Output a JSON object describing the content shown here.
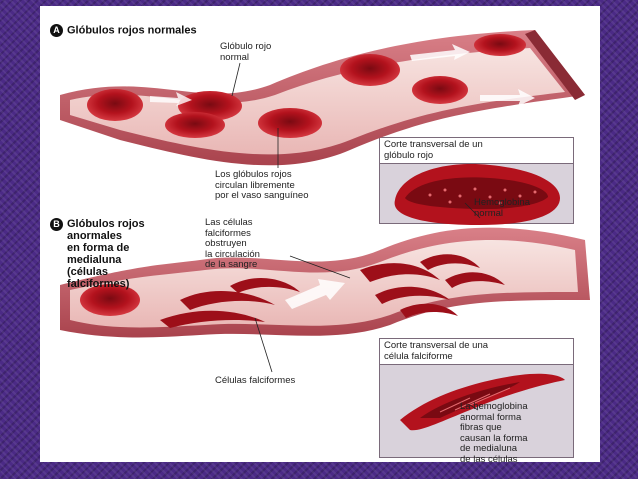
{
  "section_a": {
    "badge": "A",
    "title": "Glóbulos rojos normales",
    "label_normal_cell": "Glóbulo rojo\nnormal",
    "label_flow": "Los glóbulos rojos\ncirculan libremente\npor el vaso sanguíneo",
    "inset_title": "Corte transversal de un\nglóbulo rojo",
    "inset_label": "Hemoglobina\nnormal"
  },
  "section_b": {
    "badge": "B",
    "title": "Glóbulos rojos\nanormales\nen forma de\nmedialuna\n(células\nfalciformes)",
    "label_obstruct": "Las células\nfalciformes\nobstruyen\nla circulación\nde la sangre",
    "label_sickle": "Células falciformes",
    "inset_title": "Corte transversal de una\ncélula falciforme",
    "inset_label": "La hemoglobina\nanormal forma\nfibras que\ncausan la forma\nde medialuna\nde las células"
  },
  "colors": {
    "border_purple": "#4b2a86",
    "vessel_outer": "#c9606a",
    "vessel_inner": "#f3d6d2",
    "cell_red": "#b3121d"
  }
}
